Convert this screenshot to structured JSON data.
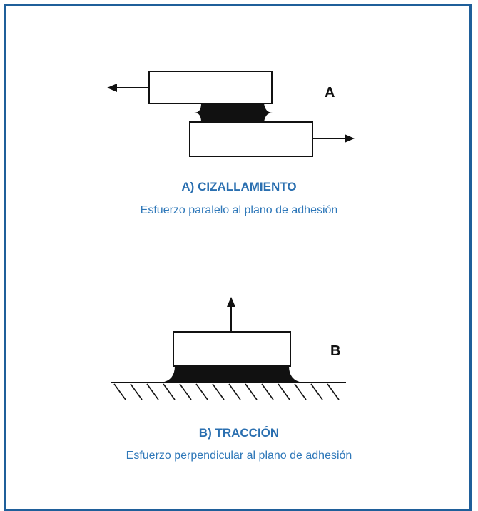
{
  "panel_a": {
    "letter": "A",
    "title": "A) CIZALLAMIENTO",
    "description": "Esfuerzo paralelo al plano de adhesión"
  },
  "panel_b": {
    "letter": "B",
    "title": "B) TRACCIÓN",
    "description": "Esfuerzo perpendicular al plano de adhesión"
  },
  "colors": {
    "border": "#1f5f9a",
    "caption_text": "#2a6fb0",
    "drawing": "#111111"
  }
}
